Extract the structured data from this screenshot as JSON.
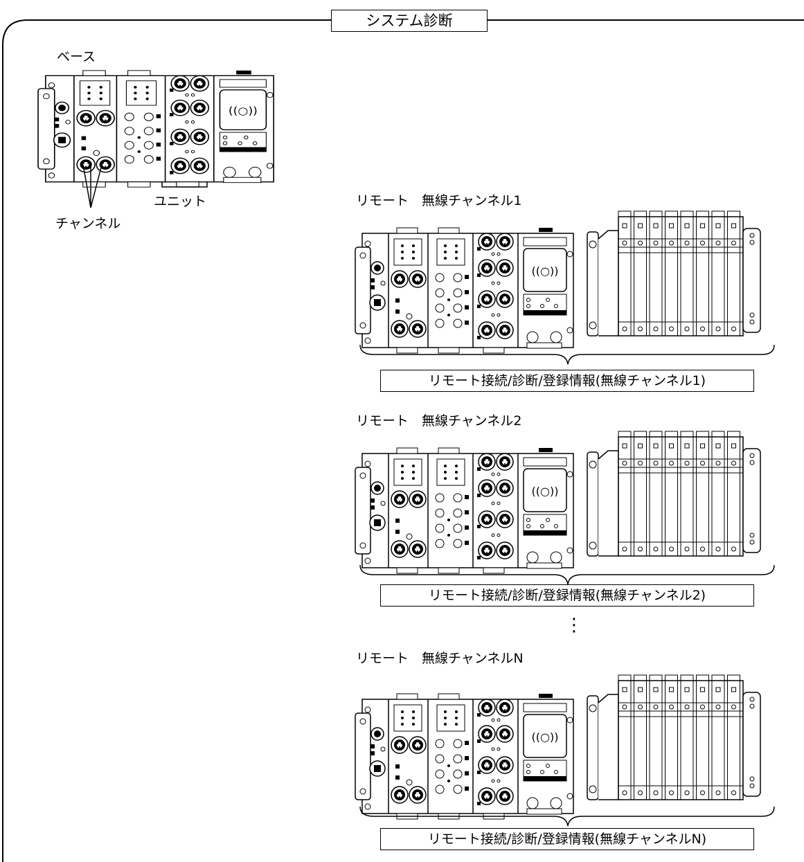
{
  "title": "システム診断",
  "base": {
    "label": "ベース",
    "unit_label": "ユニット",
    "channel_label": "チャンネル"
  },
  "remotes": [
    {
      "label": "リモート　無線チャンネル1",
      "info": "リモート接続/診断/登録情報(無線チャンネル1)"
    },
    {
      "label": "リモート　無線チャンネル2",
      "info": "リモート接続/診断/登録情報(無線チャンネル2)"
    },
    {
      "label": "リモート　無線チャンネルN",
      "info": "リモート接続/診断/登録情報(無線チャンネルN)"
    }
  ],
  "ellipsis": "⋮"
}
